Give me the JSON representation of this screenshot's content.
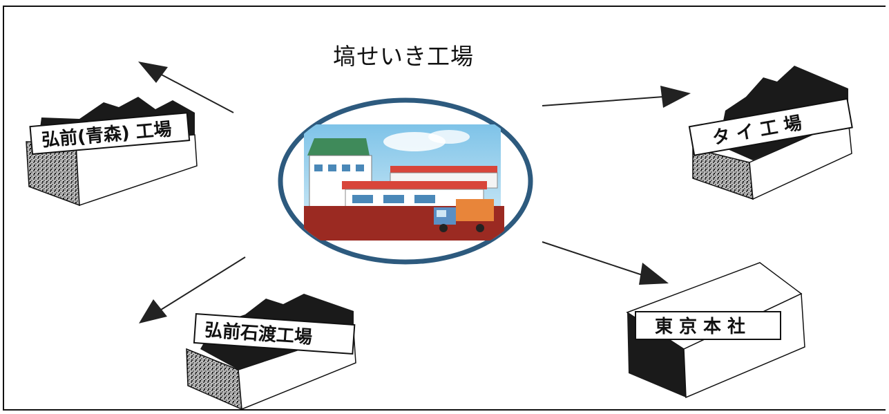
{
  "center": {
    "title": "塙せいき工場",
    "image": "factory-illustration"
  },
  "nodes": {
    "hirosaki_aomori": "弘前(青森) 工場",
    "thailand": "タイ工場",
    "hirosaki_ishiwatari": "弘前石渡工場",
    "tokyo_hq": "東京本社"
  },
  "colors": {
    "oval_border": "#2d5a7e",
    "sky": "#6fb7dd",
    "ground": "#9b2a22"
  }
}
